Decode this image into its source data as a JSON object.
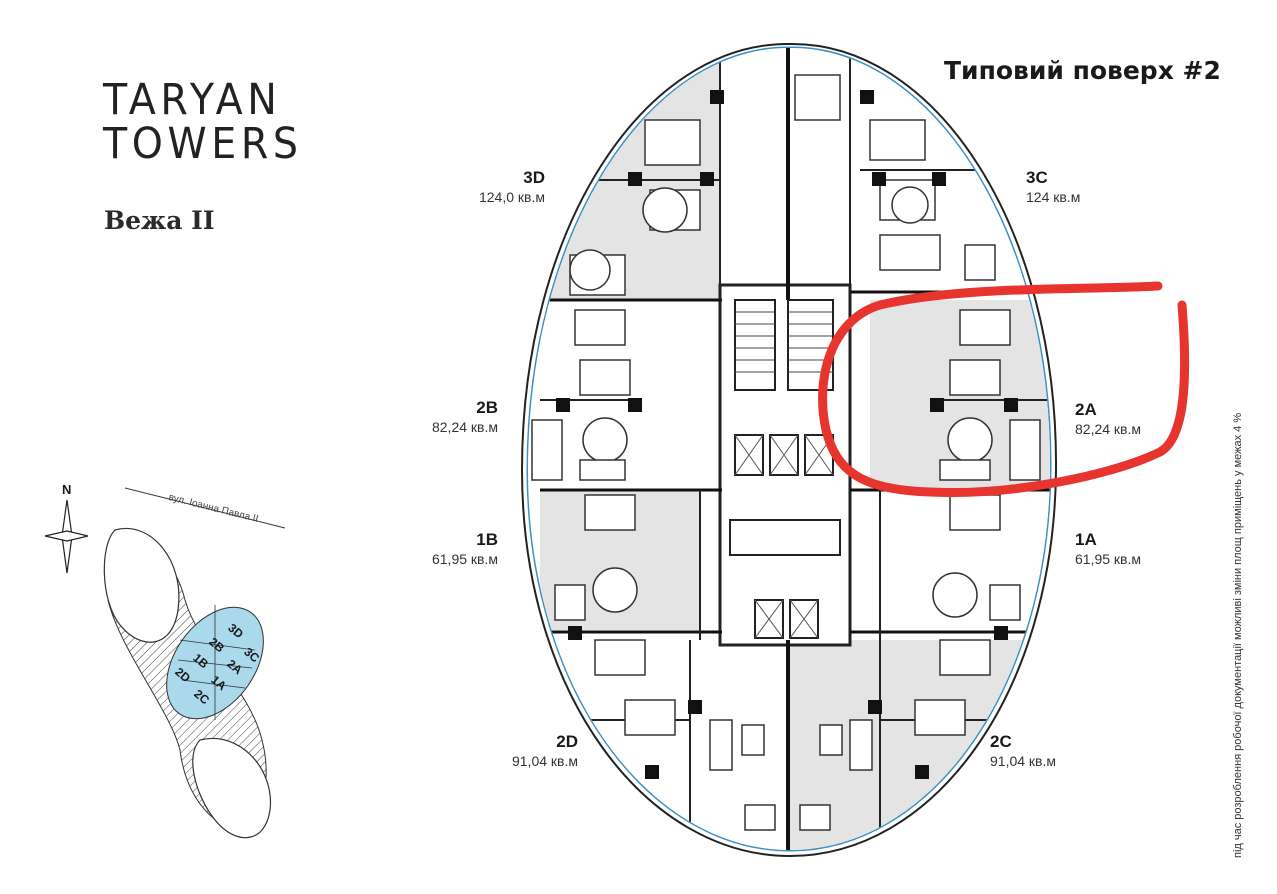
{
  "brand": {
    "line1": "TARYAN",
    "line2": "TOWERS",
    "tower": "Вежа II"
  },
  "floor_title": "Типовий поверх #2",
  "note": "під час розроблення робочої документації можливі зміни площ приміщень у межах 4 %",
  "site_map": {
    "street": "вул. Іоанна Павла II",
    "north": "N",
    "units": [
      "3D",
      "3C",
      "2B",
      "2A",
      "1B",
      "1A",
      "2D",
      "2C"
    ]
  },
  "units": [
    {
      "code": "3D",
      "area": "124,0 кв.м"
    },
    {
      "code": "3C",
      "area": "124 кв.м"
    },
    {
      "code": "2B",
      "area": "82,24 кв.м"
    },
    {
      "code": "2A",
      "area": "82,24 кв.м"
    },
    {
      "code": "1B",
      "area": "61,95 кв.м"
    },
    {
      "code": "1A",
      "area": "61,95 кв.м"
    },
    {
      "code": "2D",
      "area": "91,04 кв.м"
    },
    {
      "code": "2C",
      "area": "91,04 кв.м"
    }
  ],
  "highlighted_unit": "2A",
  "colors": {
    "highlight": "#e8342f",
    "balcony": "#3a8fc4",
    "unit_fill": "#e4e4e4",
    "map_fill": "#a9d9ea"
  }
}
